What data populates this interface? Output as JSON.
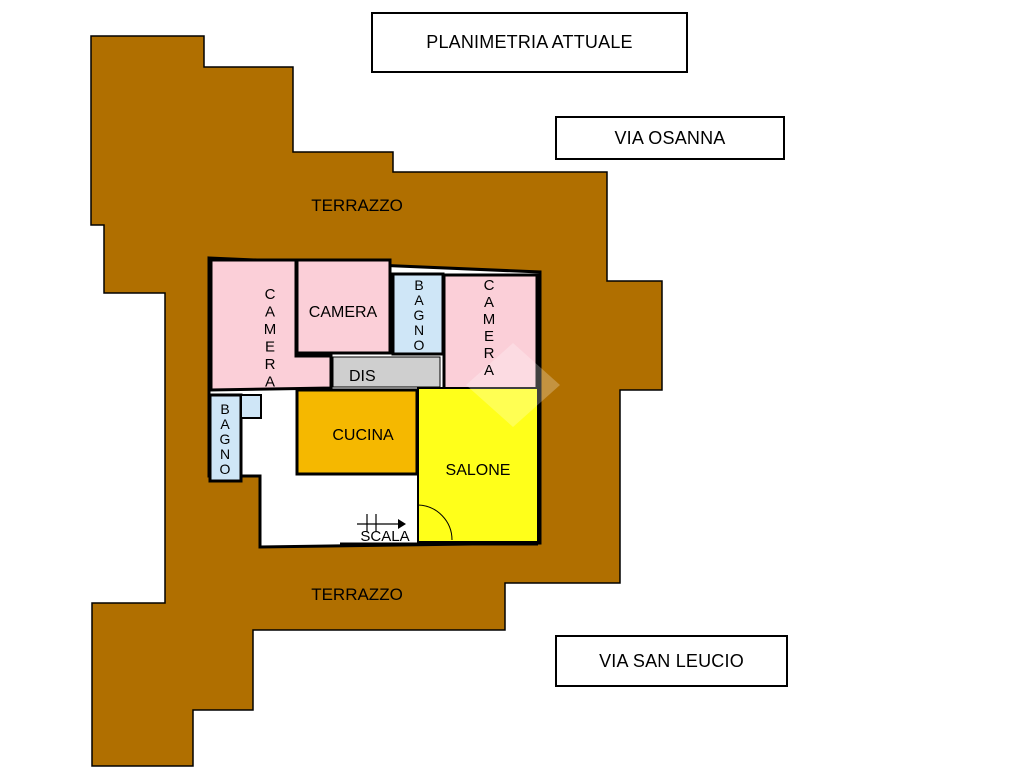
{
  "title": "PLANIMETRIA ATTUALE",
  "streets": {
    "top": "VIA OSANNA",
    "bottom": "VIA SAN LEUCIO"
  },
  "rooms": {
    "terrace_top": "TERRAZZO",
    "terrace_bottom": "TERRAZZO",
    "camera_left": "CAMERA",
    "camera_center": "CAMERA",
    "bagno_top": "BAGNO",
    "camera_right": "CAMERA",
    "dis": "DIS",
    "bagno_left": "BAGNO",
    "cucina": "CUCINA",
    "salone": "SALONE",
    "scala": "SCALA"
  },
  "colors": {
    "terrace": "#b06f00",
    "camera": "#fbcfd8",
    "bagno": "#cfe6f7",
    "dis": "#cfcfcf",
    "cucina": "#f5b800",
    "salone": "#ffff1a",
    "walls": "#000000"
  }
}
